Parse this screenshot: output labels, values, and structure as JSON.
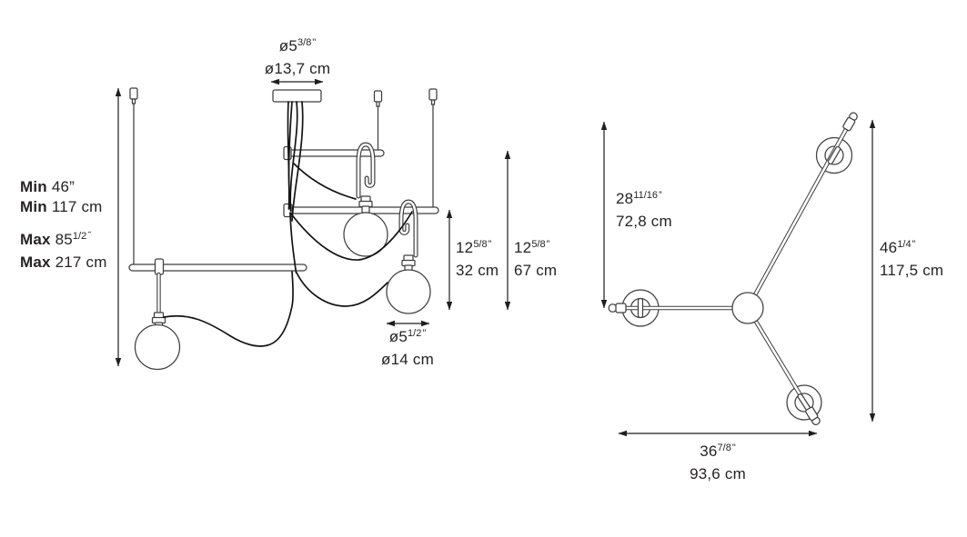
{
  "colors": {
    "background": "#ffffff",
    "line": "#3f3f41",
    "cable": "#141414",
    "text": "#272324",
    "arrow": "#1f1f1f"
  },
  "front_view": {
    "canopy_diameter": {
      "main": "ø5",
      "frac": "3/8",
      "unit": "\"",
      "metric": "ø13,7 cm"
    },
    "height_range": {
      "min_word": "Min",
      "min_imperial": "46”",
      "min_metric": "117 cm",
      "max_word": "Max",
      "max_main": "85",
      "max_frac": "1/2",
      "max_unit": "˝",
      "max_metric": "217 cm"
    },
    "inner_drop": {
      "main": "12",
      "frac": "5/8",
      "unit": "”",
      "metric": "32 cm"
    },
    "outer_drop": {
      "main": "12",
      "frac": "5/8",
      "unit": "”",
      "metric": "67 cm"
    },
    "globe_diameter": {
      "main": "ø5",
      "frac": "1/2",
      "unit": "\"",
      "metric": "ø14 cm"
    }
  },
  "top_view": {
    "arm_length": {
      "main": "28",
      "frac": "11/16",
      "unit": "”",
      "metric": "72,8 cm"
    },
    "overall_height": {
      "main": "46",
      "frac": "1/4",
      "unit": "”",
      "metric": "117,5 cm"
    },
    "overall_width": {
      "main": "36",
      "frac": "7/8",
      "unit": "\"",
      "metric": "93,6 cm"
    }
  }
}
